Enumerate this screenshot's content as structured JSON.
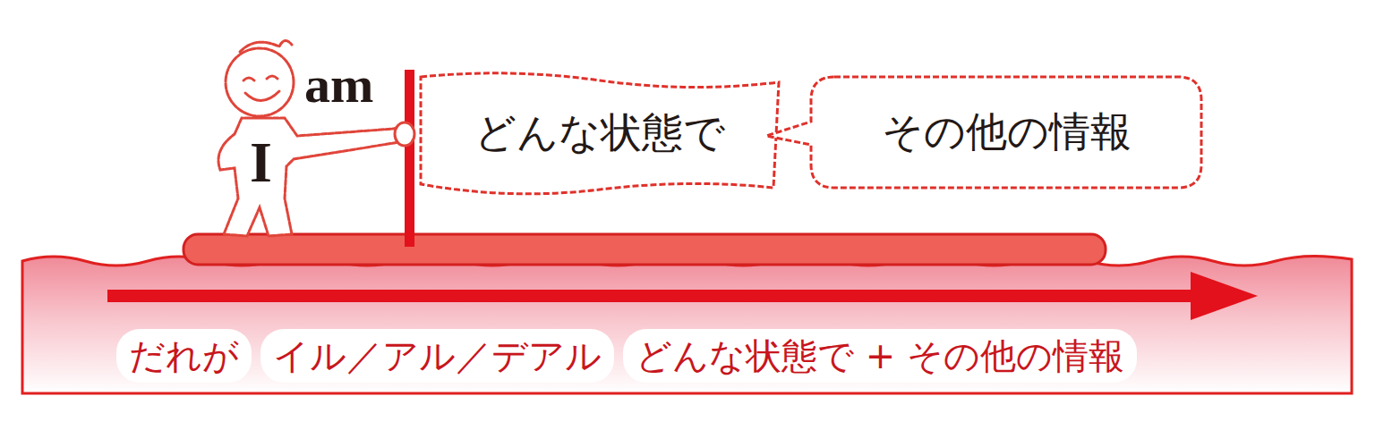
{
  "diagram": {
    "nodes": [
      {
        "text": [
          "どんな状態で"
        ]
      },
      {
        "text": [
          "その他の情報"
        ]
      },
      {
        "text": [
          "だれが"
        ]
      },
      {
        "text": [
          "イル／アル／デアル"
        ]
      },
      {
        "text": [
          "どんな状態で + その他の情報"
        ]
      }
    ],
    "labels": [
      "am",
      "I"
    ]
  }
}
